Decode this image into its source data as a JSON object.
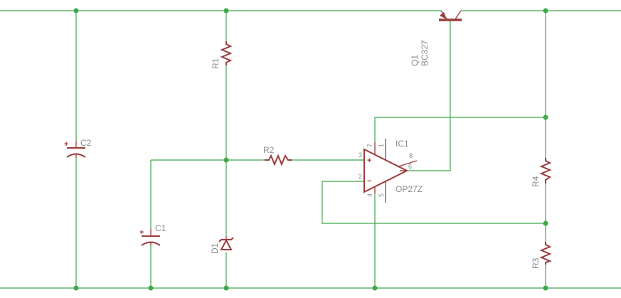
{
  "components": {
    "c1": {
      "name": "C1",
      "plus": "+"
    },
    "c2": {
      "name": "C2",
      "plus": "+"
    },
    "r1": {
      "name": "R1"
    },
    "r2": {
      "name": "R2"
    },
    "r3": {
      "name": "R3"
    },
    "r4": {
      "name": "R4"
    },
    "d1": {
      "name": "D1"
    },
    "q1": {
      "name": "Q1",
      "value": "BC327"
    },
    "ic1": {
      "name": "IC1",
      "value": "OP27Z",
      "plus": "+",
      "minus": "−",
      "pins": {
        "p1": "1",
        "p2": "2",
        "p3": "3",
        "p4": "4",
        "p5": "5",
        "p6": "6",
        "p7": "7",
        "p8": "8"
      }
    }
  },
  "colors": {
    "wire": "#3fa84a",
    "part": "#9b3b3b",
    "label": "#8a8a8a"
  }
}
